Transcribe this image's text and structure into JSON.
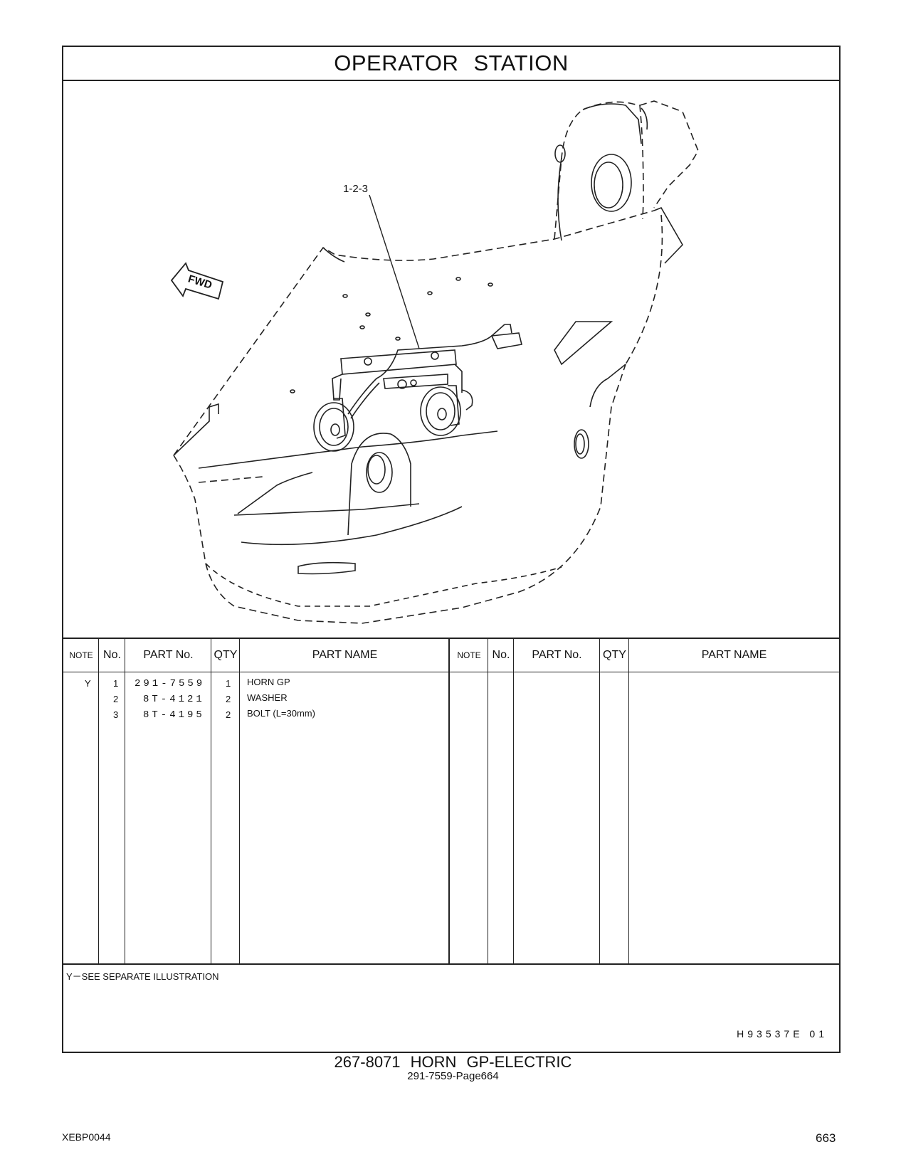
{
  "header": {
    "title": "OPERATOR   STATION"
  },
  "illustration": {
    "callout": "1-2-3",
    "direction_label": "FWD"
  },
  "table": {
    "headers": {
      "note": "NOTE",
      "no": "No.",
      "part_no": "PART No.",
      "qty": "QTY",
      "part_name": "PART NAME"
    },
    "left_rows": [
      {
        "note": "Y",
        "no": "1",
        "part_no": "291-7559",
        "qty": "1",
        "part_name": "HORN  GP"
      },
      {
        "note": "",
        "no": "2",
        "part_no": "8T-4121",
        "qty": "2",
        "part_name": "WASHER"
      },
      {
        "note": "",
        "no": "3",
        "part_no": "8T-4195",
        "qty": "2",
        "part_name": "BOLT (L=30mm)"
      }
    ],
    "right_rows": []
  },
  "footnote": "Y－SEE  SEPARATE  ILLUSTRATION",
  "illustration_code": "H93537E   01",
  "caption": {
    "main": "267-8071  HORN  GP-ELECTRIC",
    "sub": "291-7559-Page664"
  },
  "footer": {
    "doc_id": "XEBP0044",
    "page_number": "663"
  }
}
